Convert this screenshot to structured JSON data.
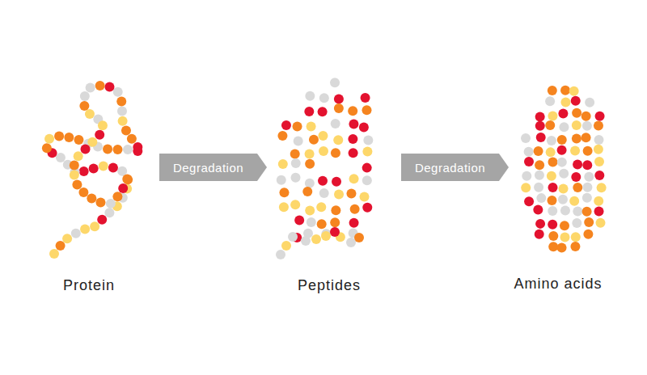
{
  "diagram": {
    "nodes": [
      {
        "text": [
          "Degradation"
        ]
      },
      {
        "text": [
          "Degradation"
        ]
      }
    ],
    "labels": [
      "Protein",
      "Peptides",
      "Amino acids"
    ]
  }
}
